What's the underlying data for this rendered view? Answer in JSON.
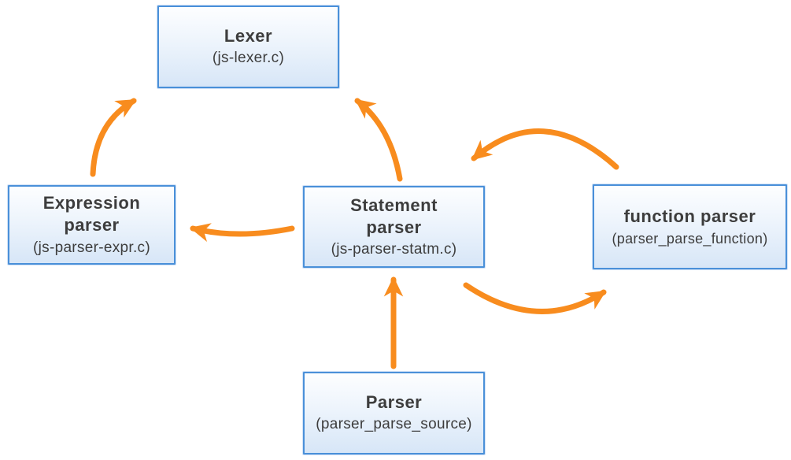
{
  "diagram": {
    "colors": {
      "arrow": "#F88C1E",
      "node_border": "#4A90D9",
      "node_fill_top": "#FDFEFF",
      "node_fill_bottom": "#D7E6F7",
      "text": "#3D3D3D"
    },
    "nodes": [
      {
        "id": "lexer",
        "title": "Lexer",
        "subtitle": "(js-lexer.c)"
      },
      {
        "id": "expression-parser",
        "title": "Expression\nparser",
        "subtitle": "(js-parser-expr.c)"
      },
      {
        "id": "statement-parser",
        "title": "Statement\nparser",
        "subtitle": "(js-parser-statm.c)"
      },
      {
        "id": "function-parser",
        "title": "function parser",
        "subtitle": "(parser_parse_function)"
      },
      {
        "id": "parser",
        "title": "Parser",
        "subtitle": "(parser_parse_source)"
      }
    ],
    "edges": [
      {
        "from": "expression-parser",
        "to": "lexer"
      },
      {
        "from": "statement-parser",
        "to": "lexer"
      },
      {
        "from": "statement-parser",
        "to": "expression-parser"
      },
      {
        "from": "function-parser",
        "to": "statement-parser"
      },
      {
        "from": "statement-parser",
        "to": "function-parser"
      },
      {
        "from": "parser",
        "to": "statement-parser"
      }
    ]
  }
}
